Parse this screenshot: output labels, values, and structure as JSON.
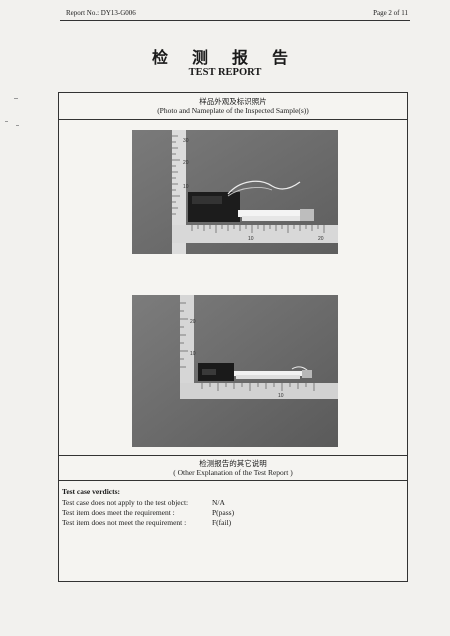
{
  "header": {
    "report_no": "Report No.:  DY13-G006",
    "page": "Page 2 of 11"
  },
  "title": {
    "cn": "检 测 报 告",
    "en": "TEST REPORT"
  },
  "photo_section": {
    "title_cn": "样品外观及标识照片",
    "title_en": "(Photo and Nameplate of the Inspected Sample(s))"
  },
  "explanation_section": {
    "title_cn": "检测报告的其它说明",
    "title_en": "( Other Explanation of the Test Report )"
  },
  "verdicts": {
    "title": "Test case verdicts:",
    "rows": [
      {
        "label": "Test case does not apply to the test object:",
        "value": "N/A"
      },
      {
        "label": "Test item does meet the requirement   :",
        "value": "P(pass)"
      },
      {
        "label": "Test item does not meet the requirement :",
        "value": "F(fail)"
      }
    ]
  },
  "ruler_labels": {
    "photo1_v": [
      "10",
      "20",
      "30"
    ],
    "photo1_h": [
      "10",
      "20"
    ],
    "photo2_v": [
      "10",
      "20"
    ],
    "photo2_h": [
      "10"
    ]
  }
}
